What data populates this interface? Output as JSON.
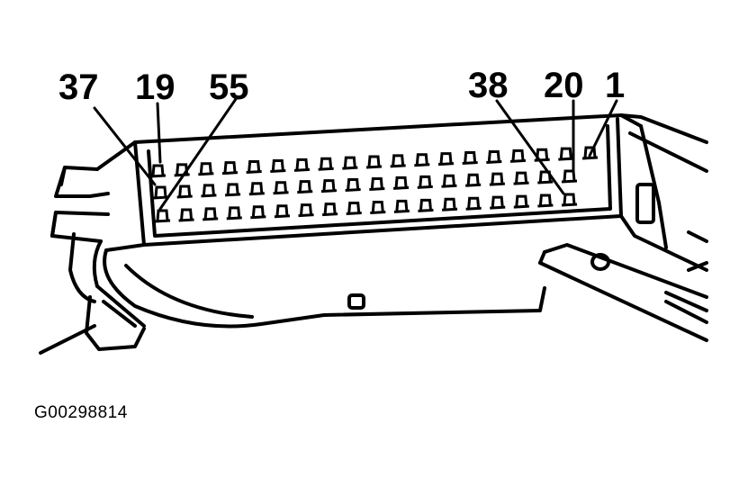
{
  "diagram": {
    "pin_labels": {
      "p37": "37",
      "p19": "19",
      "p55": "55",
      "p38": "38",
      "p20": "20",
      "p1": "1"
    },
    "figure_id": "G00298814",
    "colors": {
      "ink": "#000000",
      "paper": "#ffffff"
    }
  }
}
